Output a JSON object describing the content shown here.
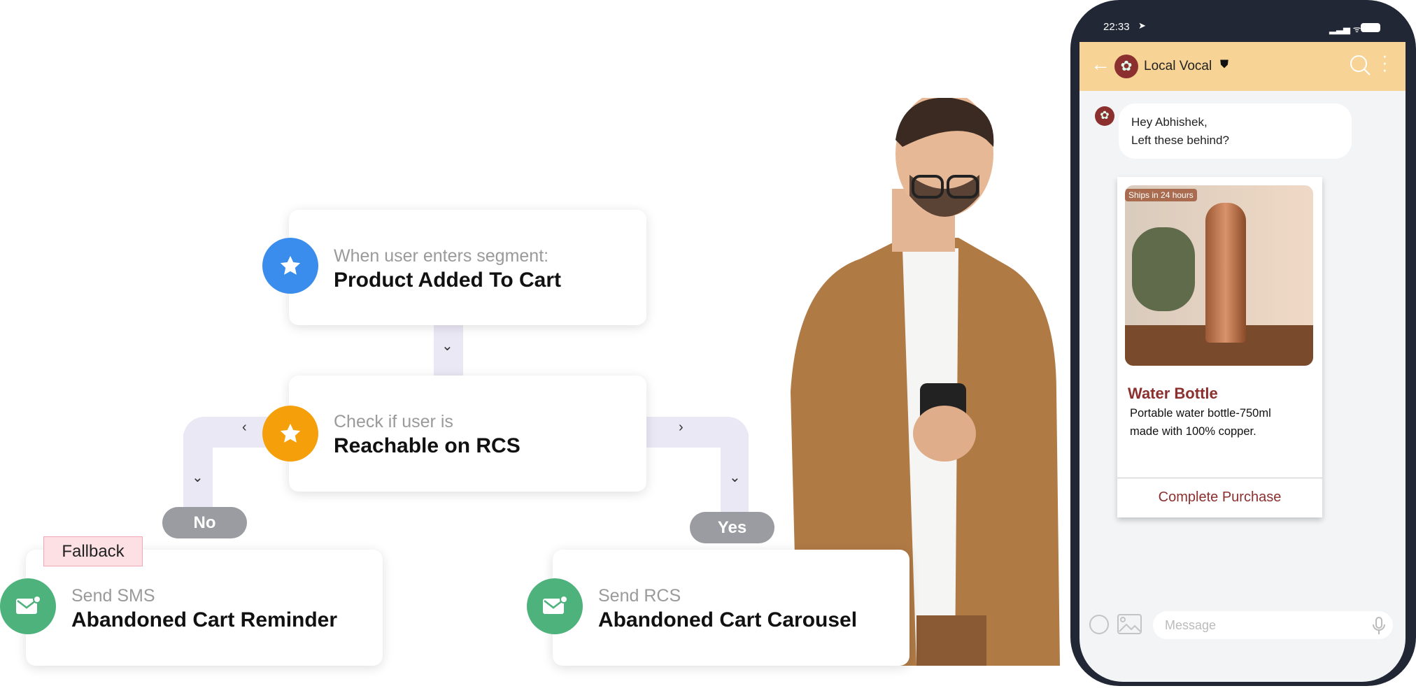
{
  "flow": {
    "trigger": {
      "sub": "When user enters segment:",
      "main": "Product Added To Cart"
    },
    "check": {
      "sub": "Check if user is",
      "main": "Reachable on RCS"
    },
    "no_label": "No",
    "yes_label": "Yes",
    "fallback_label": "Fallback",
    "sms": {
      "sub": "Send SMS",
      "main": "Abandoned Cart Reminder"
    },
    "rcs": {
      "sub": "Send RCS",
      "main": "Abandoned Cart Carousel"
    }
  },
  "phone": {
    "time": "22:33",
    "brand": "Local Vocal",
    "message_line1": "Hey Abhishek,",
    "message_line2": "Left these behind?",
    "ships_badge": "Ships in 24 hours",
    "product_title": "Water Bottle",
    "product_desc": "Portable water bottle-750ml made with 100% copper.",
    "cta": "Complete Purchase",
    "input_placeholder": "Message"
  },
  "colors": {
    "blue": "#3b8ded",
    "orange": "#f5a00b",
    "green": "#4db27c",
    "header": "#f7d496",
    "brand": "#8c2f2f"
  }
}
